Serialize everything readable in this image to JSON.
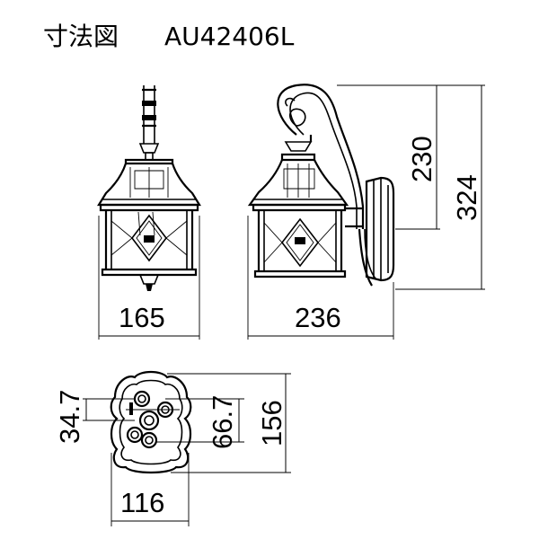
{
  "header": {
    "label": "寸法図",
    "model": "AU42406L"
  },
  "dimensions": {
    "front_width": "165",
    "side_depth": "236",
    "height_to_arm": "230",
    "total_height": "324",
    "base_width": "116",
    "base_height": "156",
    "hole_pitch": "66.7",
    "hole_offset": "34.7"
  }
}
